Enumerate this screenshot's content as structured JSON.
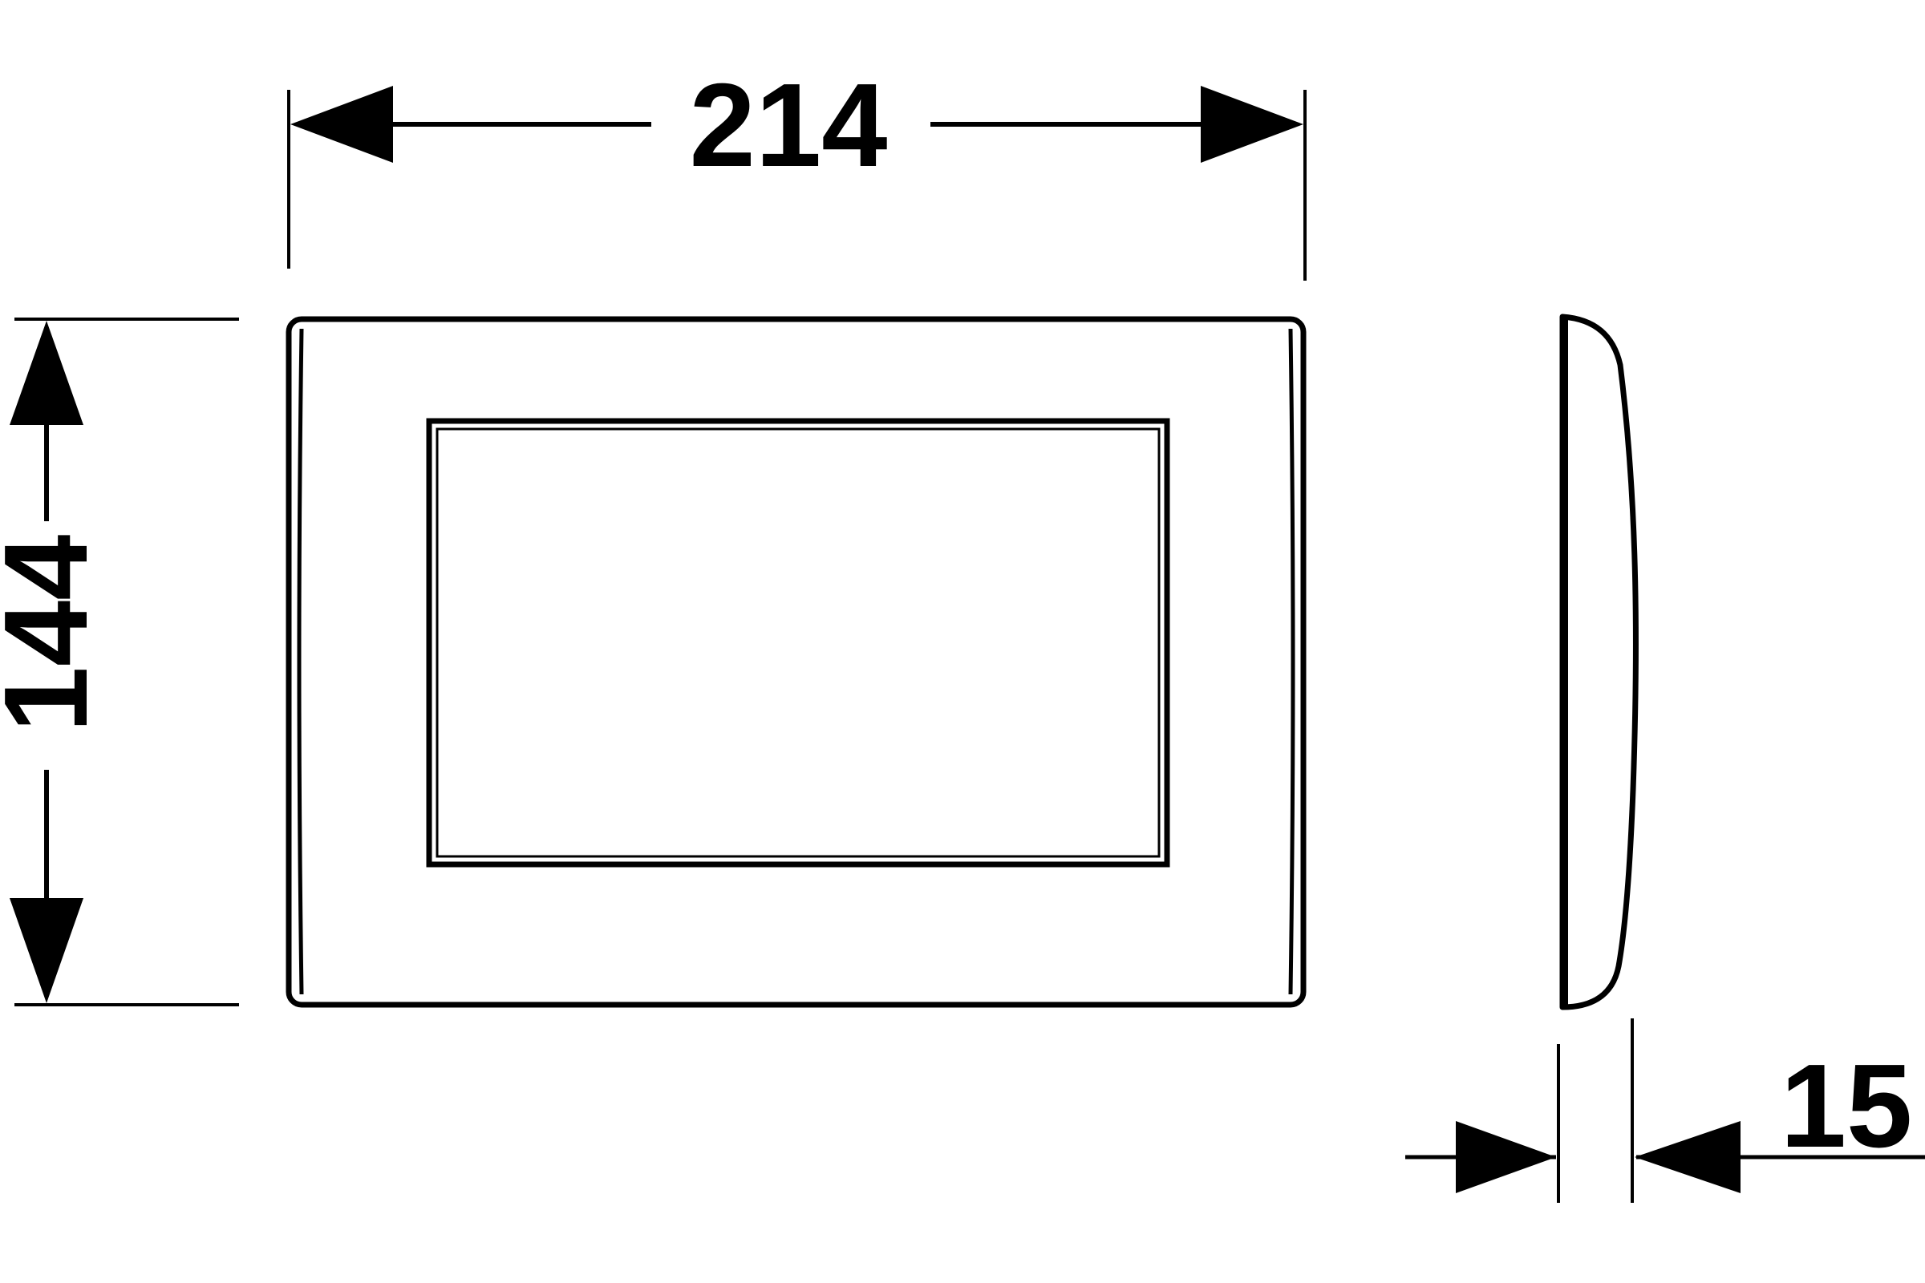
{
  "dimensions": {
    "width": "214",
    "height": "144",
    "depth": "15"
  },
  "colors": {
    "line": "#000000",
    "background": "#ffffff"
  }
}
